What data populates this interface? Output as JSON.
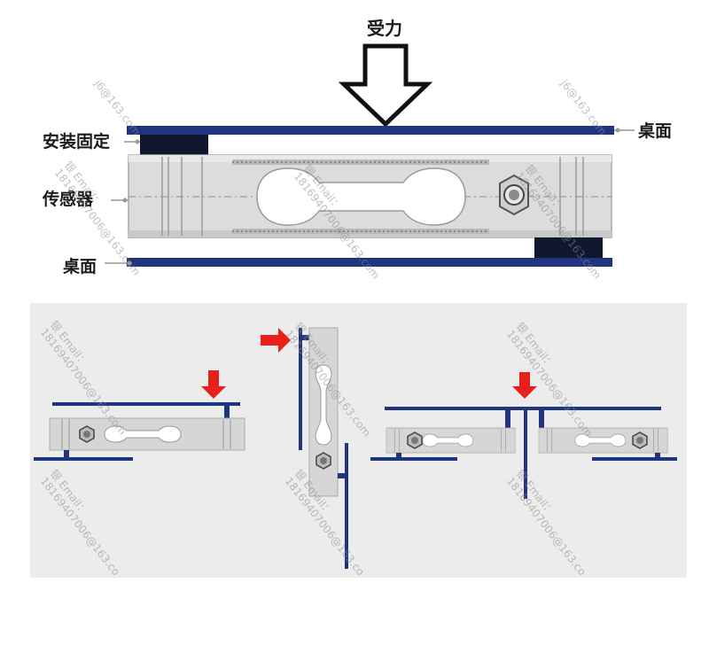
{
  "labels": {
    "force": "受力",
    "mount_fixed": "安装固定",
    "sensor": "传感器",
    "table_top_right": "桌面",
    "table_bottom_left": "桌面"
  },
  "watermarks": {
    "short": "j6@163.com",
    "line1": "银 Email：",
    "line2": "18169407006@163.com",
    "line2_cut": "18169407006@163.co"
  },
  "colors": {
    "plate_blue": "#1f3580",
    "block_dark": "#101830",
    "sensor_body": "#dcdcdc",
    "panel_bg": "#ececec",
    "arrow_red": "#e8201c"
  }
}
